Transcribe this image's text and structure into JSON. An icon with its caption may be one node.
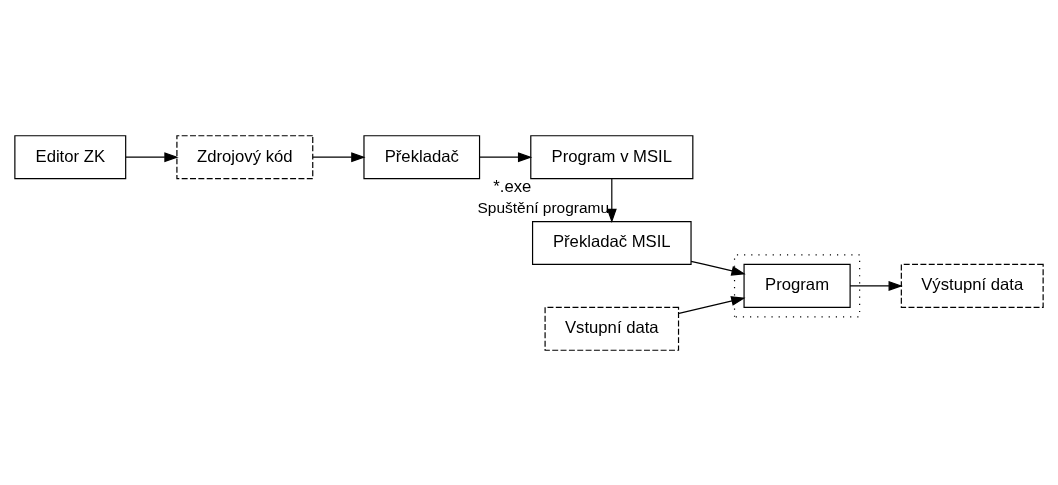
{
  "diagram": {
    "nodes": [
      {
        "text": [
          "Editor ZK"
        ]
      },
      {
        "text": [
          "Zdrojový kód"
        ]
      },
      {
        "text": [
          "Překladač"
        ]
      },
      {
        "text": [
          "Program v MSIL"
        ],
        "beside": [
          "*.exe"
        ]
      },
      {
        "text": [
          "Překladač MSIL"
        ]
      },
      {
        "text": [],
        "shape": "box"
      },
      {
        "text": [
          "Vstupní data"
        ]
      },
      {
        "text": [
          "Program"
        ],
        "in": 5
      },
      {
        "text": [
          "Výstupní data"
        ]
      }
    ],
    "edges": [
      {
        "from": 0,
        "to": 1,
        "arrow": "to"
      },
      {
        "from": 1,
        "to": 2,
        "arrow": "to"
      },
      {
        "from": 2,
        "to": 3,
        "arrow": "to"
      },
      {
        "from": 3,
        "to": 4,
        "arrow": "to",
        "label": "Spuštění programu"
      },
      {
        "from": 4,
        "to": 7,
        "arrow": "to"
      },
      {
        "from": 6,
        "to": 7,
        "arrow": "to"
      },
      {
        "from": 7,
        "to": 8,
        "arrow": "to"
      }
    ]
  }
}
